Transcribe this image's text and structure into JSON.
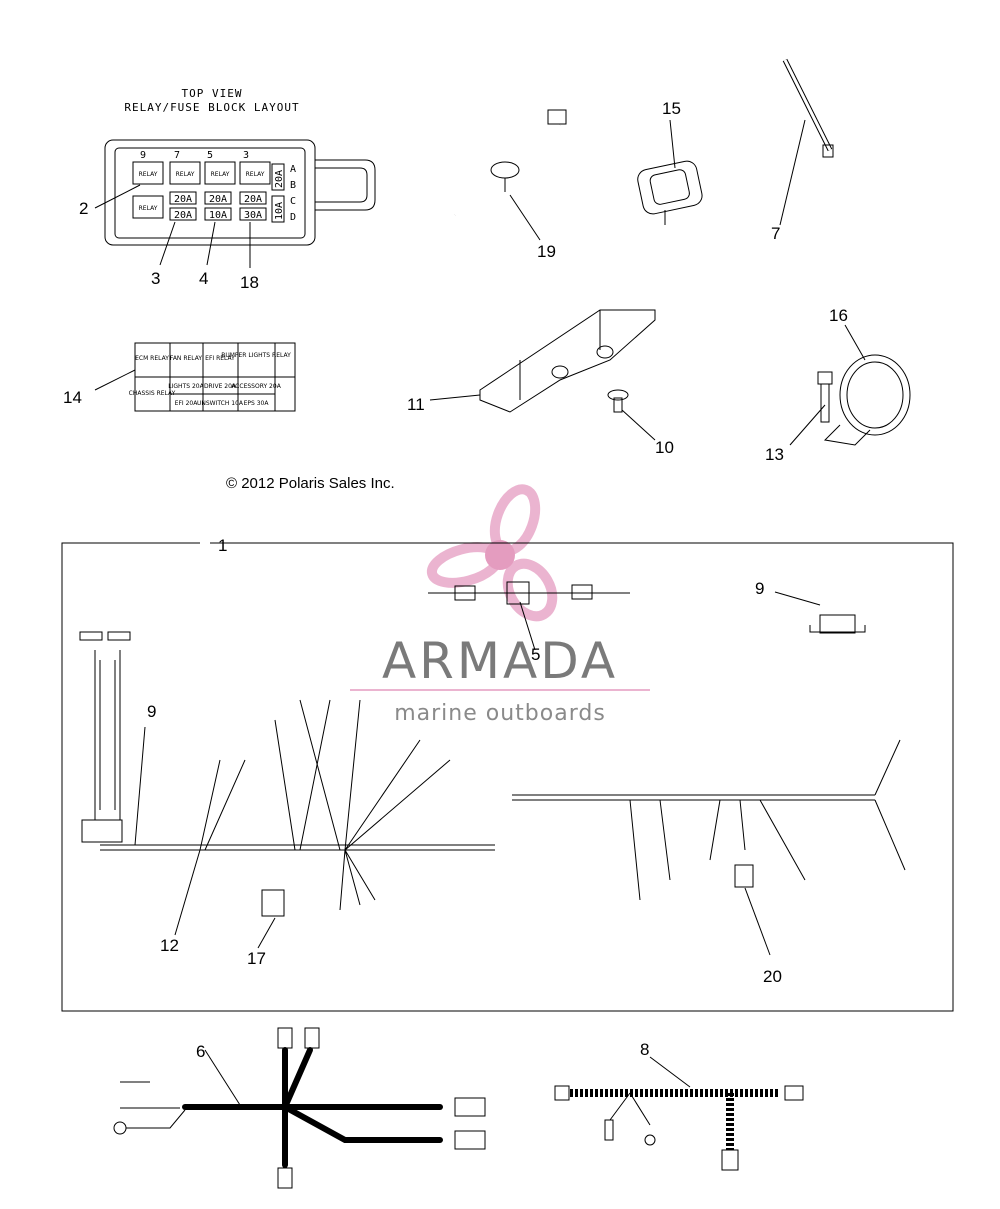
{
  "relay_block": {
    "title_line1": "TOP VIEW",
    "title_line2": "RELAY/FUSE BLOCK LAYOUT",
    "top_numbers": [
      "9",
      "7",
      "5",
      "3"
    ],
    "side_letters": [
      "A",
      "B",
      "C",
      "D"
    ],
    "relay_label": "RELAY",
    "fuses_row1": [
      "20A",
      "20A",
      "20A"
    ],
    "fuses_row2": [
      "20A",
      "10A",
      "30A"
    ],
    "side_fuses": [
      "20A",
      "10A"
    ]
  },
  "decal": {
    "cells": [
      "ECM RELAY",
      "FAN RELAY",
      "EFI RELAY",
      "BUMPER LIGHTS RELAY",
      "CHASSIS RELAY",
      "LIGHTS 20A",
      "DRIVE 20A",
      "ACCESSORY 20A",
      "EFI 20A",
      "UNSWITCH 10A",
      "EPS 30A"
    ]
  },
  "callouts": [
    "1",
    "2",
    "3",
    "4",
    "5",
    "6",
    "7",
    "8",
    "9",
    "9",
    "10",
    "11",
    "12",
    "13",
    "14",
    "15",
    "16",
    "17",
    "18",
    "19",
    "20"
  ],
  "copyright": "© 2012 Polaris Sales Inc.",
  "watermark": {
    "brand": "ARMADA",
    "tagline": "marine outboards",
    "color_accent": "#e8a8c8"
  }
}
